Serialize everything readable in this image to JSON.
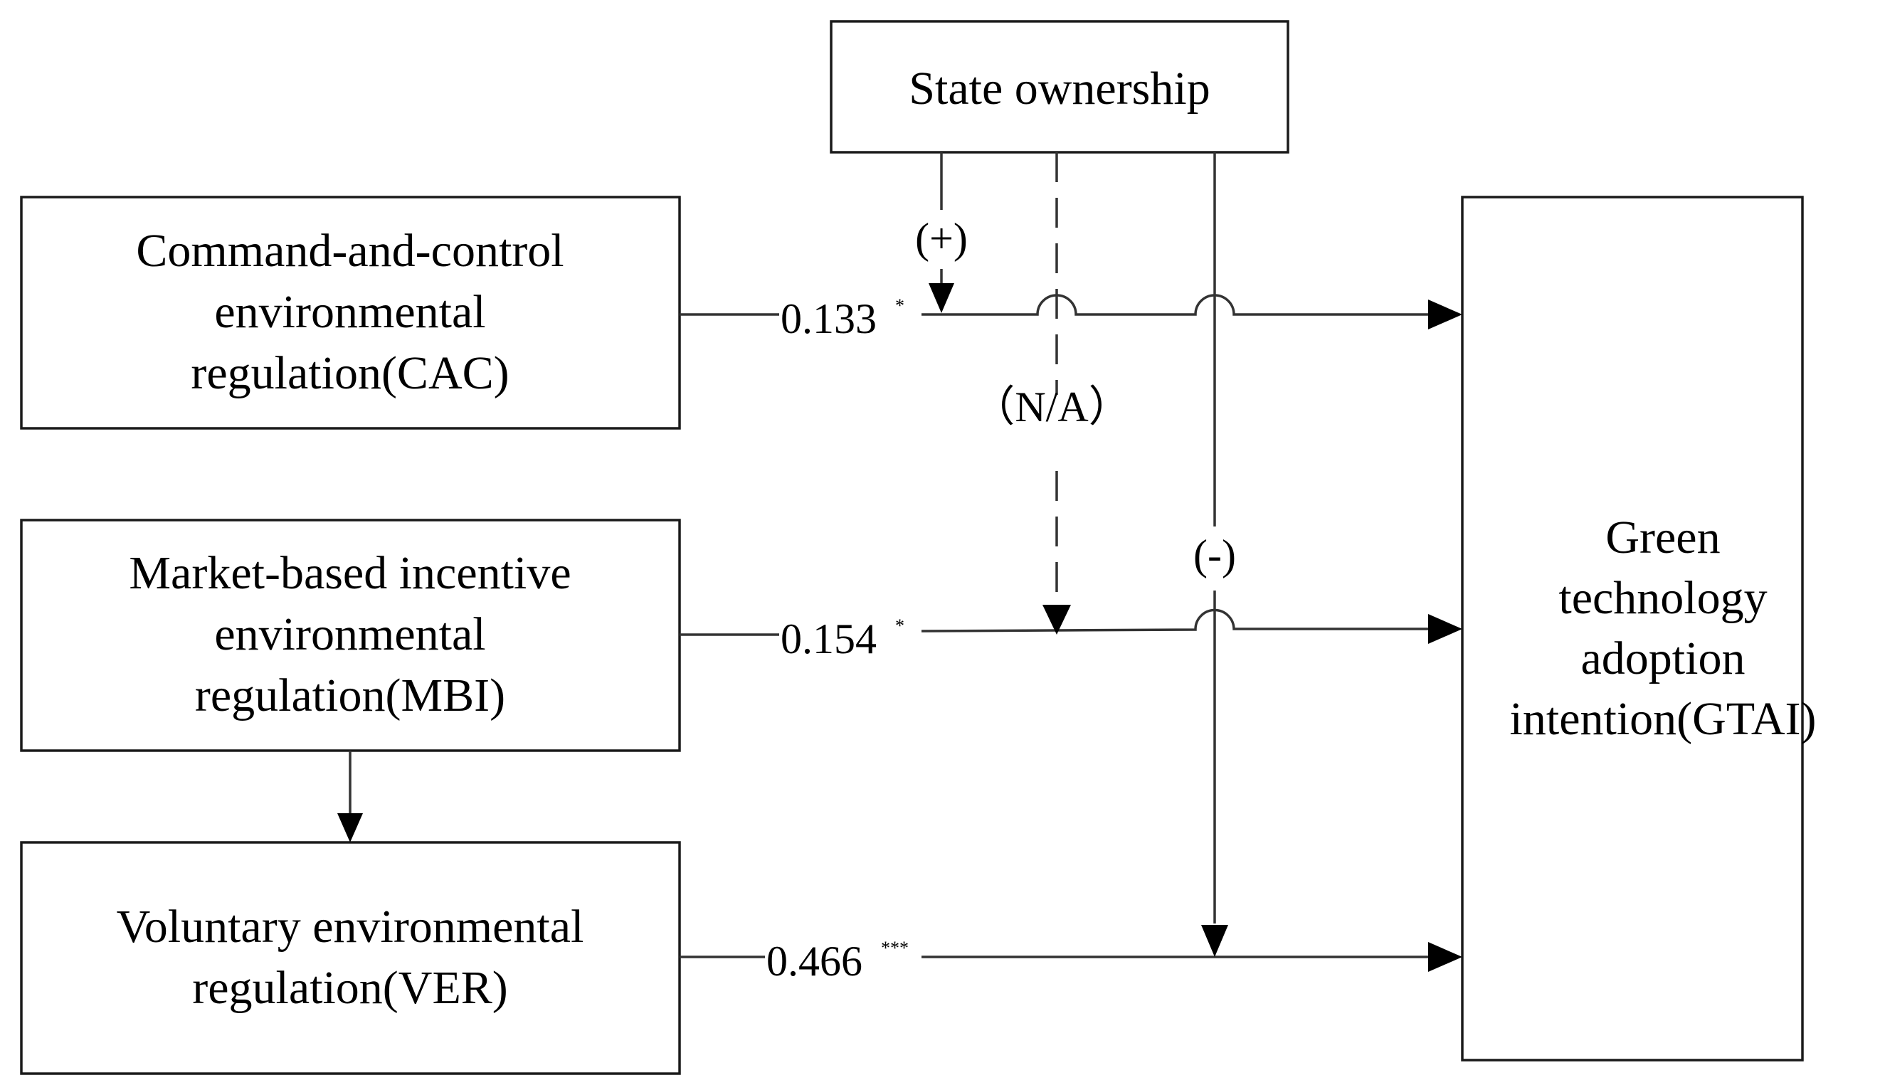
{
  "nodes": {
    "state": {
      "lines": [
        "State ownership"
      ]
    },
    "cac": {
      "lines": [
        "Command-and-control",
        "environmental",
        "regulation(CAC)"
      ]
    },
    "mbi": {
      "lines": [
        "Market-based incentive",
        "environmental",
        "regulation(MBI)"
      ]
    },
    "ver": {
      "lines": [
        "Voluntary environmental",
        "regulation(VER)"
      ]
    },
    "gtai": {
      "lines": [
        "Green",
        "technology",
        "adoption",
        "intention(GTAI)"
      ]
    }
  },
  "paths": {
    "cac": {
      "coefficient": "0.133",
      "significance": "*"
    },
    "mbi": {
      "coefficient": "0.154",
      "significance": "*"
    },
    "ver": {
      "coefficient": "0.466",
      "significance": "***"
    }
  },
  "moderation": {
    "cac": "(+)",
    "mbi": "（N/A）",
    "ver": "(-)"
  },
  "colors": {
    "line": "#333333",
    "box": "#1a1a1a",
    "text": "#000000"
  }
}
